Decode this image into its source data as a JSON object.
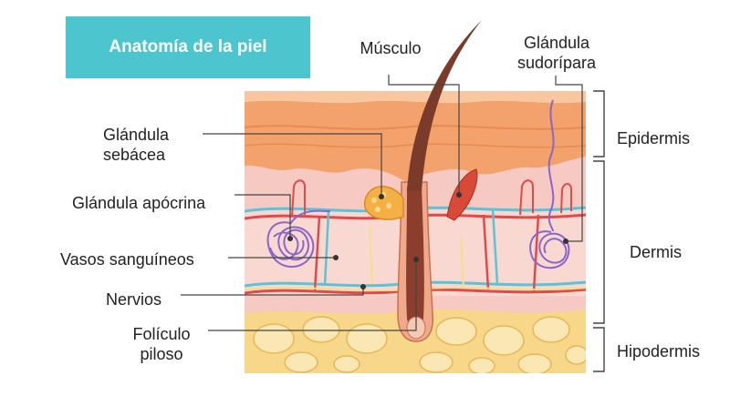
{
  "title": "Anatomía de la piel",
  "labels": {
    "musculo": "Músculo",
    "glandula_sudoripara": [
      "Glándula",
      "sudorípara"
    ],
    "glandula_sebacea": [
      "Glándula",
      "sebácea"
    ],
    "glandula_apocrina": "Glándula apócrina",
    "vasos_sanguineos": "Vasos sanguíneos",
    "nervios": "Nervios",
    "foliculo_piloso": [
      "Folículo",
      "piloso"
    ],
    "epidermis": "Epidermis",
    "dermis": "Dermis",
    "hipodermis": "Hipodermis"
  },
  "colors": {
    "title_bg": "#4cc5cf",
    "epidermis": "#f2a26a",
    "dermis": "#f6c9c3",
    "hypodermis": "#f7d78a",
    "hair": "#7a3b2a",
    "vessel_red": "#e04a4a",
    "vessel_blue": "#5cc3d6",
    "gland_purple": "#8a66c9"
  }
}
